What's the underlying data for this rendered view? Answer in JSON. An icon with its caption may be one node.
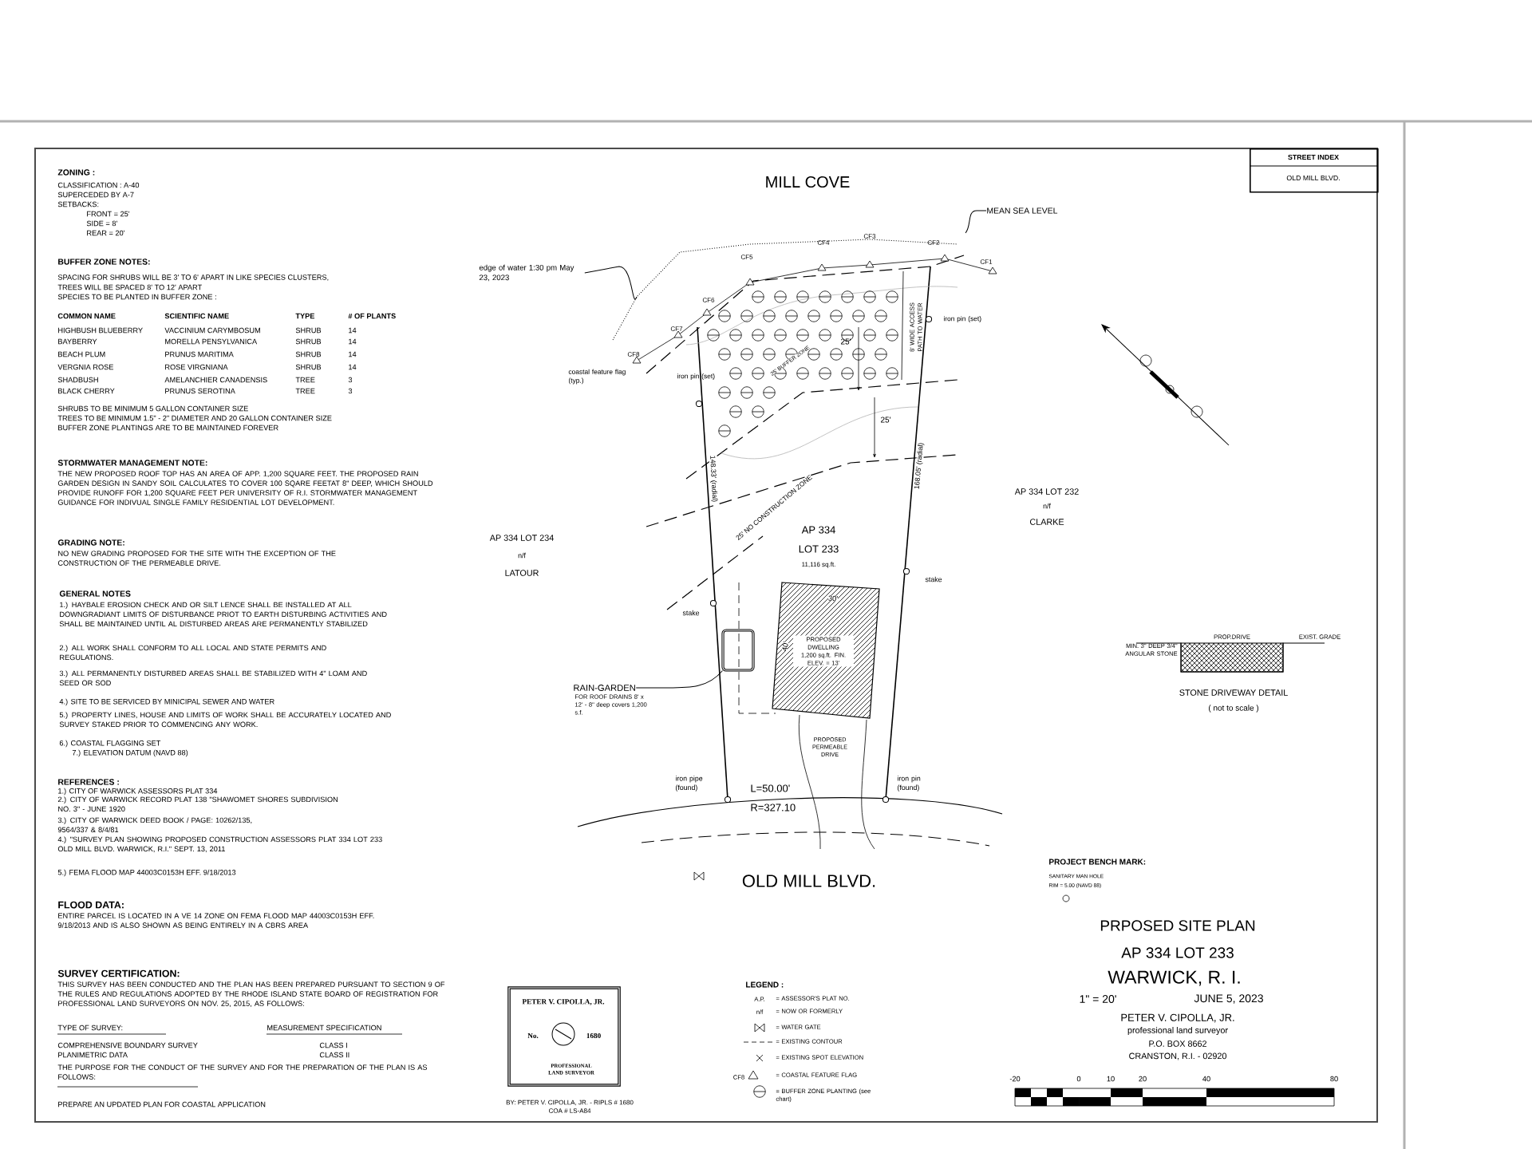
{
  "diagram": {
    "nodes": [
      {
        "text": [
          "edge of water 1:30 pm May 23, 2023"
        ]
      },
      {
        "text": [
          "MEAN SEA LEVEL"
        ]
      },
      {
        "text": [
          "RAIN-GARDEN",
          "FOR ROOF DRAINS 8' x 12' - 8\" deep covers 1,200 s.f."
        ]
      },
      {
        "text": [],
        "shape": "box"
      },
      {
        "text": [
          "PROPOSED DWELLING 1,200 sq.ft. FIN. ELEV. = 13'"
        ]
      },
      {
        "text": [
          "STREET INDEX",
          "OLD MILL BLVD."
        ]
      },
      {
        "text": [
          "PETER V. CIPOLLA, JR.",
          "No.",
          "1680",
          "PROFESSIONAL LAND SURVEYOR"
        ]
      }
    ],
    "edges": [
      {
        "from": 0,
        "to": null,
        "arrow": "none"
      },
      {
        "from": 1,
        "to": null,
        "arrow": "none"
      },
      {
        "from": 2,
        "to": 3,
        "arrow": "none"
      }
    ],
    "labels": [
      "ZONING :",
      "CLASSIFICATION : A-40",
      "SUPERCEDED BY A-7",
      "SETBACKS:",
      "FRONT = 25'",
      "SIDE = 8'",
      "REAR = 20'",
      "BUFFER ZONE NOTES:",
      "SPACING FOR SHRUBS WILL BE 3' TO 6' APART IN LIKE SPECIES CLUSTERS,",
      "TREES WILL BE SPACED 8' TO 12' APART",
      "SPECIES TO BE PLANTED IN BUFFER ZONE :",
      "COMMON NAME",
      "SCIENTIFIC NAME",
      "TYPE",
      "# OF PLANTS",
      "HIGHBUSH BLUEBERRY",
      "VACCINIUM CARYMBOSUM",
      "SHRUB",
      "14",
      "BAYBERRY",
      "MORELLA PENSYLVANICA",
      "SHRUB",
      "14",
      "BEACH PLUM",
      "PRUNUS MARITIMA",
      "SHRUB",
      "14",
      "VERGNIA ROSE",
      "ROSE VIRGNIANA",
      "SHRUB",
      "14",
      "SHADBUSH",
      "AMELANCHIER CANADENSIS",
      "TREE",
      "3",
      "BLACK CHERRY",
      "PRUNUS SEROTINA",
      "TREE",
      "3",
      "SHRUBS TO BE MINIMUM 5 GALLON CONTAINER SIZE",
      "TREES TO BE MINIMUM 1.5\" - 2\" DIAMETER AND 20 GALLON CONTAINER SIZE",
      "BUFFER ZONE PLANTINGS ARE TO BE MAINTAINED FOREVER",
      "STORMWATER MANAGEMENT NOTE:",
      "THE NEW PROPOSED ROOF TOP HAS AN AREA OF APP. 1,200 SQUARE FEET. THE PROPOSED RAIN GARDEN DESIGN IN SANDY SOIL CALCULATES TO COVER 100 SQARE FEETAT 8\" DEEP, WHICH SHOULD PROVIDE RUNOFF FOR 1,200 SQUARE FEET PER UNIVERSITY OF R.I. STORMWATER MANAGEMENT GUIDANCE FOR INDIVUAL SINGLE FAMILY RESIDENTIAL LOT DEVELOPMENT.",
      "GRADING NOTE:",
      "NO NEW GRADING PROPOSED FOR THE SITE WITH THE EXCEPTION OF THE CONSTRUCTION OF THE PERMEABLE DRIVE.",
      "GENERAL NOTES",
      "1.) HAYBALE EROSION CHECK AND OR SILT LENCE SHALL BE INSTALLED AT ALL DOWNGRADIANT LIMITS OF DISTURBANCE PRIOT TO EARTH DISTURBING ACTIVITIES AND SHALL BE MAINTAINED UNTIL AL DISTURBED AREAS ARE PERMANENTLY STABILIZED",
      "2.) ALL WORK SHALL CONFORM TO ALL LOCAL AND STATE PERMITS AND REGULATIONS.",
      "3.) ALL PERMANENTLY DISTURBED AREAS SHALL BE STABILIZED WITH 4\" LOAM AND SEED OR SOD",
      "4.) SITE TO BE SERVICED BY MINICIPAL SEWER AND WATER",
      "5.) PROPERTY LINES, HOUSE AND LIMITS OF WORK SHALL BE ACCURATELY LOCATED AND SURVEY STAKED PRIOR TO COMMENCING ANY WORK.",
      "6.) COASTAL FLAGGING SET",
      "7.) ELEVATION DATUM (NAVD 88)",
      "REFERENCES :",
      "1.) CITY OF WARWICK ASSESSORS PLAT 334",
      "2.) CITY OF WARWICK RECORD PLAT 138 \"SHAWOMET SHORES SUBDIVISION NO. 3\" - JUNE 1920",
      "3.) CITY OF WARWICK DEED BOOK / PAGE: 10262/135, 9564/337 & 8/4/81",
      "4.) \"SURVEY PLAN SHOWING PROPOSED CONSTRUCTION ASSESSORS PLAT 334 LOT 233 OLD MILL BLVD. WARWICK, R.I.\" SEPT. 13, 2011",
      "5.) FEMA FLOOD MAP 44003C0153H EFF. 9/18/2013",
      "FLOOD DATA:",
      "ENTIRE PARCEL IS LOCATED IN A VE 14 ZONE ON FEMA FLOOD MAP 44003C0153H EFF. 9/18/2013 AND IS ALSO SHOWN AS BEING ENTIRELY IN A CBRS AREA",
      "SURVEY CERTIFICATION:",
      "THIS SURVEY HAS BEEN CONDUCTED AND THE PLAN HAS BEEN PREPARED PURSUANT TO SECTION 9 OF THE RULES AND REGULATIONS ADOPTED BY THE RHODE ISLAND STATE BOARD OF REGISTRATION FOR PROFESSIONAL LAND SURVEYORS ON NOV. 25, 2015, AS FOLLOWS:",
      "TYPE OF SURVEY:",
      "MEASUREMENT SPECIFICATION",
      "COMPREHENSIVE BOUNDARY SURVEY",
      "CLASS I",
      "PLANIMETRIC DATA",
      "CLASS II",
      "THE PURPOSE FOR THE CONDUCT OF THE SURVEY AND FOR THE PREPARATION OF THE PLAN IS AS FOLLOWS:",
      "PREPARE AN UPDATED PLAN FOR COASTAL APPLICATION",
      "MILL COVE",
      "CF1",
      "CF2",
      "CF3",
      "CF4",
      "CF5",
      "CF6",
      "CF7",
      "CF8",
      "coastal feature flag (typ.)",
      "iron pin (set)",
      "iron pin (set)",
      "25' BUFFER ZONE",
      "8' WIDE ACCESS PATH TO WATER",
      "25'",
      "25'",
      "25' NO CONSTRUCTION ZONE",
      "AP 334",
      "LOT 233",
      "11,116 sq.ft.",
      "148.33' (radial)",
      "168.05' (radial)",
      "stake",
      "stake",
      "AP 334 LOT 234",
      "n/f",
      "LATOUR",
      "AP 334 LOT 232",
      "n/f",
      "CLARKE",
      "30'",
      "40'",
      "PROPOSED PERMEABLE DRIVE",
      "iron pipe (found)",
      "iron pin (found)",
      "L=50.00'",
      "R=327.10",
      "OLD MILL BLVD.",
      "PROP.DRIVE",
      "EXIST. GRADE",
      "MIN. 3\" DEEP 3/4\" ANGULAR STONE",
      "STONE DRIVEWAY DETAIL",
      "( not to scale )",
      "PROJECT BENCH MARK:",
      "SANITARY MAN HOLE",
      "RIM = 5.00 (NAVD 88)",
      "PRPOSED SITE PLAN",
      "AP 334 LOT 233",
      "WARWICK, R. I.",
      "1\" = 20'",
      "JUNE 5, 2023",
      "PETER V. CIPOLLA, JR.",
      "professional land surveyor",
      "P.O. BOX 8662",
      "CRANSTON, R.I. - 02920",
      "-20",
      "0",
      "10",
      "20",
      "40",
      "80",
      "BY: PETER V. CIPOLLA, JR. - RIPLS # 1680",
      "COA # LS-A84",
      "LEGEND :",
      "A.P.",
      "n/f",
      "CF8"
    ],
    "legend": [
      {
        "text": "= ASSESSOR'S PLAT NO."
      },
      {
        "text": "= NOW OR FORMERLY"
      },
      {
        "text": "= WATER GATE"
      },
      {
        "text": "= EXISTING CONTOUR"
      },
      {
        "text": "= EXISTING SPOT ELEVATION"
      },
      {
        "text": "= COASTAL FEATURE FLAG"
      },
      {
        "text": "= BUFFER ZONE PLANTING (see chart)"
      }
    ]
  }
}
